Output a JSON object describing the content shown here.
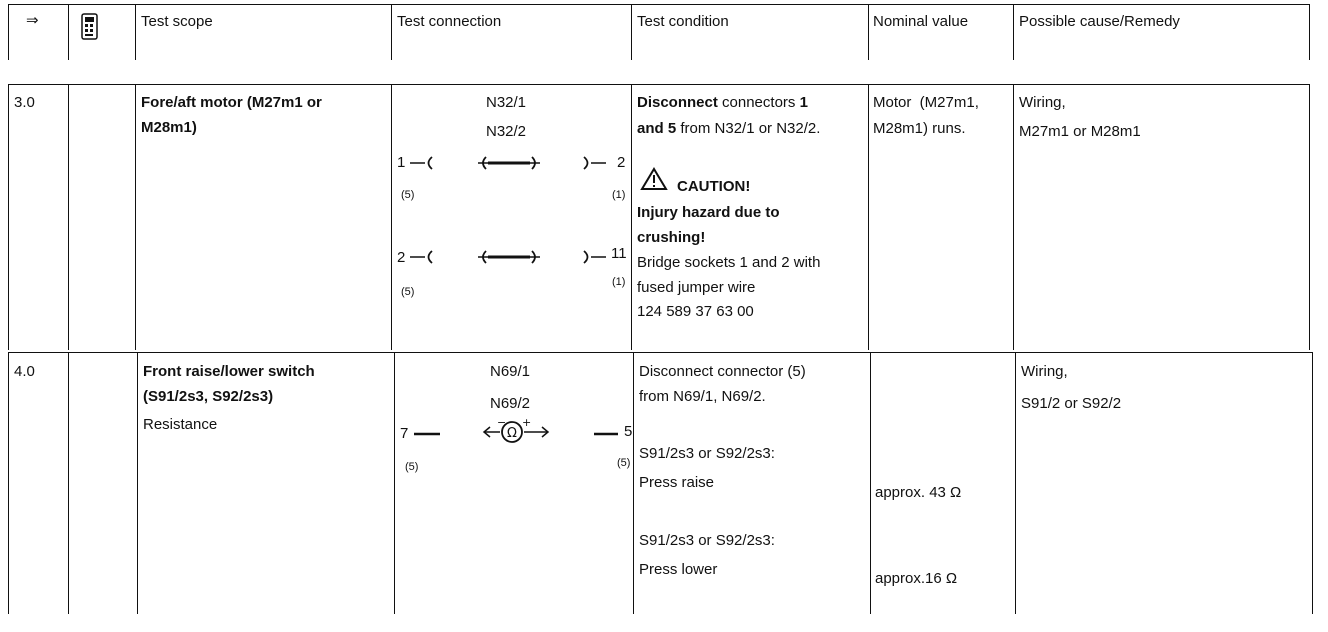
{
  "header": {
    "arrow": "⇒",
    "icon": "tester-device-icon",
    "columns": [
      "Test scope",
      "Test connection",
      "Test condition",
      "Nominal value",
      "Possible cause/Remedy"
    ]
  },
  "rows": [
    {
      "step": "3.0",
      "scope_line1": "Fore/aft motor (M27m1 or",
      "scope_line2": "M28m1)",
      "conn_label1": "N32/1",
      "conn_label2": "N32/2",
      "conn_pins": [
        "1",
        "2",
        "2",
        "11"
      ],
      "conn_subs": [
        "(5)",
        "(1)",
        "(5)",
        "(1)"
      ],
      "cond_line1_bold": "Disconnect",
      "cond_line1_rest": " connectors ",
      "cond_line1_num": "1",
      "cond_line2_bold": "and 5",
      "cond_line2_rest": " from N32/1 or N32/2.",
      "caution": "CAUTION!",
      "hazard_line1": "Injury hazard due to",
      "hazard_line2": "crushing!",
      "bridge_line1": "Bridge sockets 1 and 2 with",
      "bridge_line2": "fused jumper wire",
      "bridge_line3": "124 589 37 63 00",
      "nominal_line1": "Motor  (M27m1,",
      "nominal_line2": "M28m1) runs.",
      "remedy_line1": "Wiring,",
      "remedy_line2": "M27m1 or M28m1"
    },
    {
      "step": "4.0",
      "scope_line1": "Front raise/lower switch",
      "scope_line2": "(S91/2s3, S92/2s3)",
      "scope_line3": "Resistance",
      "conn_label1": "N69/1",
      "conn_label2": "N69/2",
      "conn_pins": [
        "7",
        "5"
      ],
      "conn_subs": [
        "(5)",
        "(5)"
      ],
      "cond_line1": "Disconnect connector (5)",
      "cond_line2": "from N69/1, N69/2.",
      "cond_line3": "S91/2s3 or S92/2s3:",
      "cond_line4": "Press raise",
      "cond_line5": "S91/2s3 or S92/2s3:",
      "cond_line6": "Press lower",
      "nominal_1": "approx. 43 Ω",
      "nominal_2": "approx.16 Ω",
      "remedy_line1": "Wiring,",
      "remedy_line2": "S91/2 or S92/2"
    }
  ]
}
